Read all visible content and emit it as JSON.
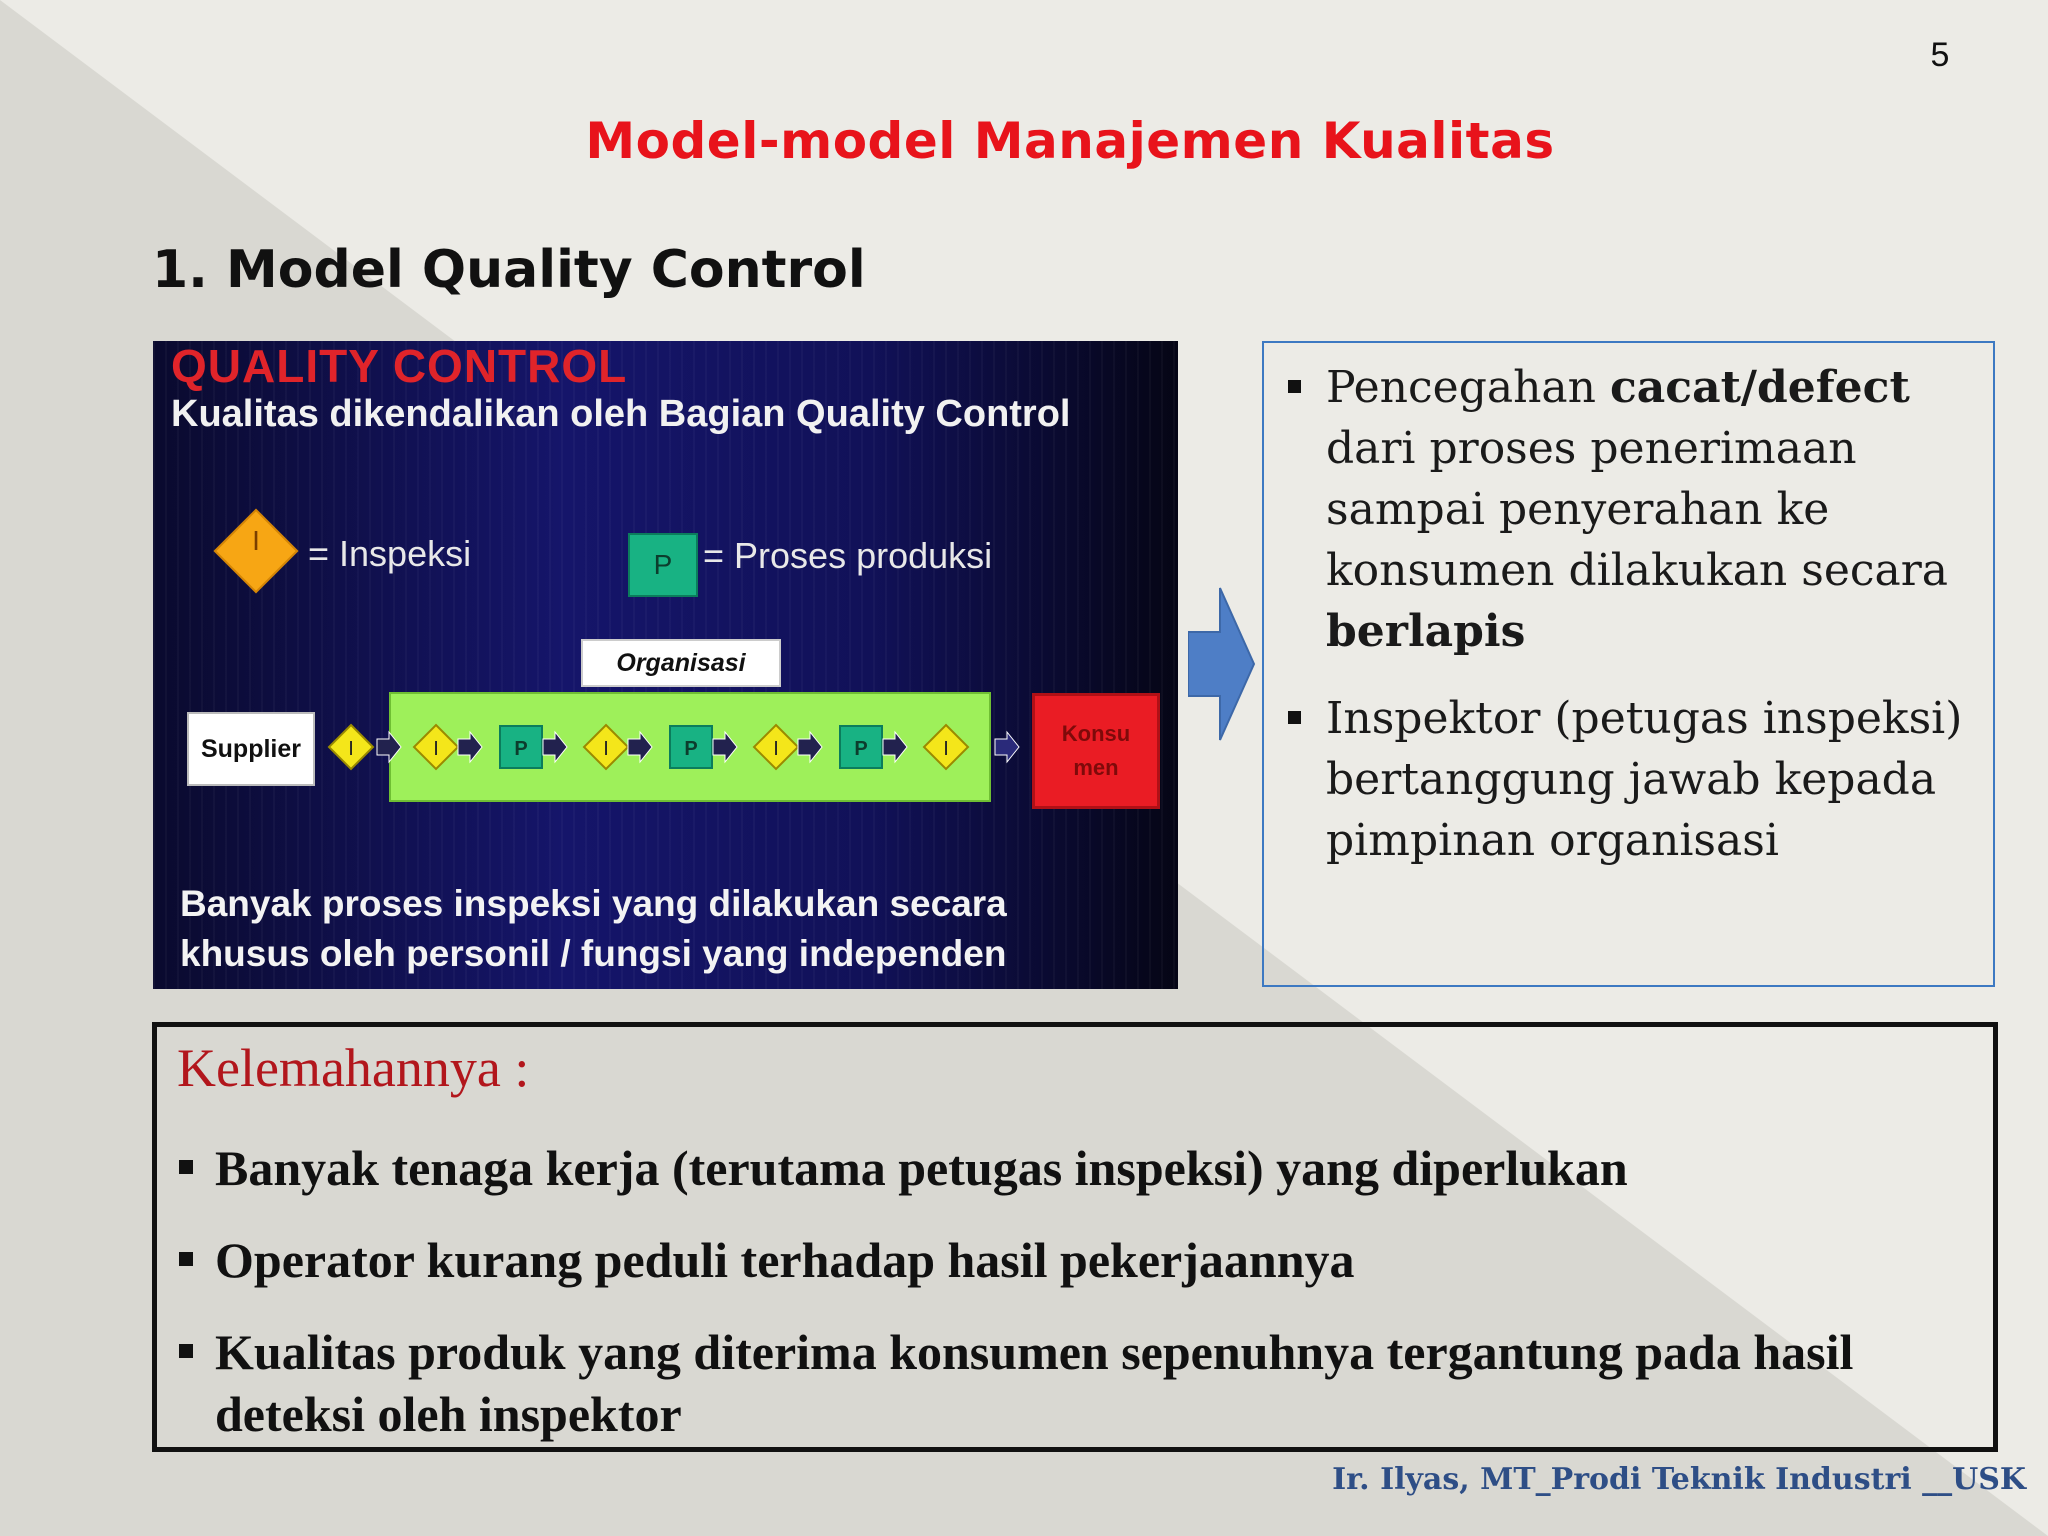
{
  "slide_number": "5",
  "title": "Model-model Manajemen Kualitas",
  "section_heading": "1. Model Quality Control",
  "qc_diagram": {
    "title": "QUALITY CONTROL",
    "subtitle": "Kualitas dikendalikan oleh Bagian Quality Control",
    "legend_inspection_symbol": "I",
    "legend_inspection_label": "= Inspeksi",
    "legend_process_symbol": "P",
    "legend_process_label": "= Proses produksi",
    "organization_label": "Organisasi",
    "supplier_label": "Supplier",
    "consumer_label": "Konsu\nmen",
    "flow_inspection_symbol": "I",
    "flow_process_symbol": "P",
    "bottom_text": "Banyak  proses  inspeksi yang dilakukan secara\nkhusus oleh personil / fungsi yang independen",
    "colors": {
      "inspection": "#f7a614",
      "inspection_flow": "#f4e61a",
      "process": "#18b283",
      "organization_band": "#9ef05a",
      "consumer": "#ea1c24"
    }
  },
  "right_box": {
    "items": [
      {
        "segments": [
          {
            "text": "Pencegahan ",
            "bold": false
          },
          {
            "text": "cacat/defect",
            "bold": true
          },
          {
            "text": " dari proses penerimaan sampai penyerahan ke konsumen dilakukan secara ",
            "bold": false
          },
          {
            "text": "berlapis",
            "bold": true
          }
        ]
      },
      {
        "segments": [
          {
            "text": "Inspektor (petugas inspeksi) bertanggung jawab kepada pimpinan organisasi",
            "bold": false
          }
        ]
      }
    ]
  },
  "weaknesses": {
    "title": "Kelemahannya :",
    "items": [
      "Banyak tenaga kerja (terutama petugas inspeksi) yang diperlukan",
      "Operator kurang peduli terhadap hasil pekerjaannya",
      "Kualitas produk yang diterima konsumen sepenuhnya tergantung pada hasil deteksi oleh inspektor"
    ]
  },
  "footer": "Ir. Ilyas, MT_Prodi Teknik Industri __USK"
}
